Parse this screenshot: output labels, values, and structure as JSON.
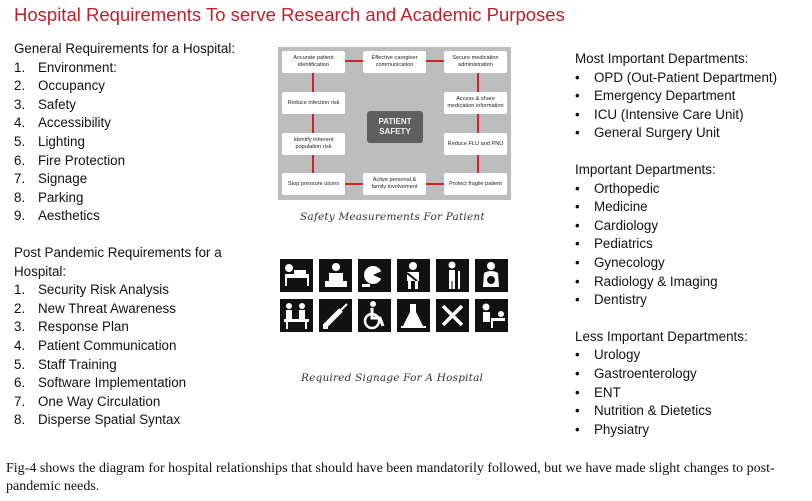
{
  "title": "Hospital Requirements To serve Research and Academic Purposes",
  "general": {
    "heading": "General Requirements for a Hospital:",
    "items": [
      "Environment:",
      "Occupancy",
      "Safety",
      "Accessibility",
      "Lighting",
      "Fire Protection",
      "Signage",
      "Parking",
      "Aesthetics"
    ]
  },
  "post": {
    "heading": "Post Pandemic Requirements for a Hospital:",
    "items": [
      "Security Risk Analysis",
      "New Threat Awareness",
      "Response Plan",
      "Patient Communication",
      "Staff Training",
      "Software Implementation",
      "One Way Circulation",
      "Disperse Spatial Syntax"
    ]
  },
  "diagram": {
    "center": "PATIENT SAFETY",
    "boxes": {
      "accurate": "Accurate patient identification",
      "caregiver": "Effective caregiver communication",
      "secure": "Secure medication administration",
      "infection": "Reduce infection risk",
      "access": "Access & share medication information",
      "inherent": "Identify inherent population risk",
      "flu": "Reduce FLU and PNU",
      "ulcers": "Stop pressure ulcers",
      "family": "Active personal & family involvement",
      "fragile": "Protect fragile patient"
    },
    "caption": "Safety Measurements For Patient"
  },
  "signage": {
    "icons": [
      "bed-icon",
      "reception-icon",
      "dental-icon",
      "fracture-icon",
      "standing-person-icon",
      "maternity-icon",
      "waiting-room-icon",
      "injection-icon",
      "wheelchair-icon",
      "laboratory-icon",
      "surgery-icon",
      "nursing-icon"
    ],
    "caption": "Required Signage For A Hospital"
  },
  "most": {
    "heading": "Most Important Departments:",
    "items": [
      "OPD (Out-Patient Department)",
      "Emergency Department",
      "ICU (Intensive Care Unit)",
      "General Surgery Unit"
    ]
  },
  "important": {
    "heading": "Important Departments:",
    "items": [
      "Orthopedic",
      "Medicine",
      "Cardiology",
      "Pediatrics",
      "Gynecology",
      "Radiology & Imaging",
      "Dentistry"
    ]
  },
  "less": {
    "heading": "Less Important Departments:",
    "items": [
      "Urology",
      "Gastroenterology",
      "ENT",
      "Nutrition & Dietetics",
      "Physiatry"
    ]
  },
  "footer": "Fig-4 shows the diagram for hospital relationships that should have been mandatorily followed, but we have made slight changes to post-pandemic needs.",
  "colors": {
    "title": "#c0202a",
    "diagram_line": "#d4202a",
    "diagram_bg": "#bdbdbd"
  }
}
